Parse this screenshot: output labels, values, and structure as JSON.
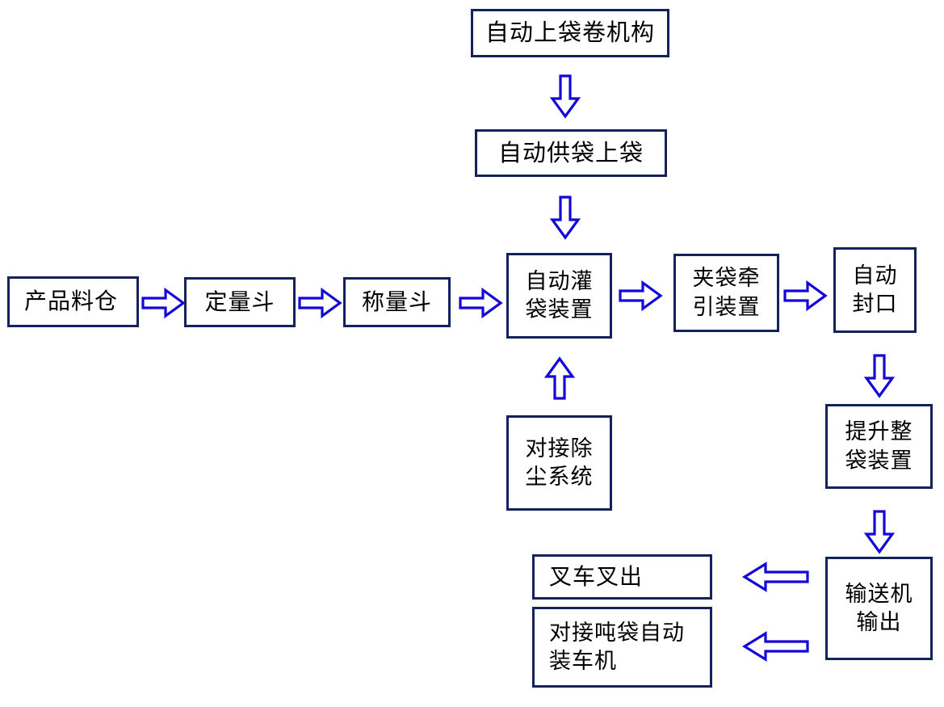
{
  "diagram": {
    "title_text_color": "#000000",
    "box_border_color": "#14225c",
    "arrow_outline_color": "#1405d8",
    "arrow_fill_color": "#ffffff",
    "background_color": "#ffffff",
    "nodes": {
      "auto_bag_roll": "自动上袋卷机构",
      "auto_feed_bag": "自动供袋上袋",
      "product_silo": "产品料仓",
      "dosing_hopper": "定量斗",
      "weighing_hopper": "称量斗",
      "auto_filling_device": "自动灌\n袋装置",
      "bag_clamp_traction": "夹袋牵\n引装置",
      "auto_sealing": "自动\n封口",
      "dust_collection": "对接除\n尘系统",
      "lifting_bag_shaping": "提升整\n袋装置",
      "conveyor_output": "输送机\n输出",
      "forklift_out": "叉车叉出",
      "ton_bag_loader": "对接吨袋自动\n装车机"
    },
    "arrows": [
      {
        "name": "arrow-bagroll-to-feedbag",
        "direction": "down"
      },
      {
        "name": "arrow-feedbag-to-filling",
        "direction": "down"
      },
      {
        "name": "arrow-silo-to-dosing",
        "direction": "right"
      },
      {
        "name": "arrow-dosing-to-weighing",
        "direction": "right"
      },
      {
        "name": "arrow-weighing-to-filling",
        "direction": "right"
      },
      {
        "name": "arrow-filling-to-clamp",
        "direction": "right"
      },
      {
        "name": "arrow-clamp-to-sealing",
        "direction": "right"
      },
      {
        "name": "arrow-dust-to-filling",
        "direction": "up"
      },
      {
        "name": "arrow-sealing-to-lifting",
        "direction": "down"
      },
      {
        "name": "arrow-lifting-to-conveyor",
        "direction": "down"
      },
      {
        "name": "arrow-conveyor-to-forklift",
        "direction": "left"
      },
      {
        "name": "arrow-conveyor-to-tonbagloader",
        "direction": "left"
      }
    ]
  }
}
